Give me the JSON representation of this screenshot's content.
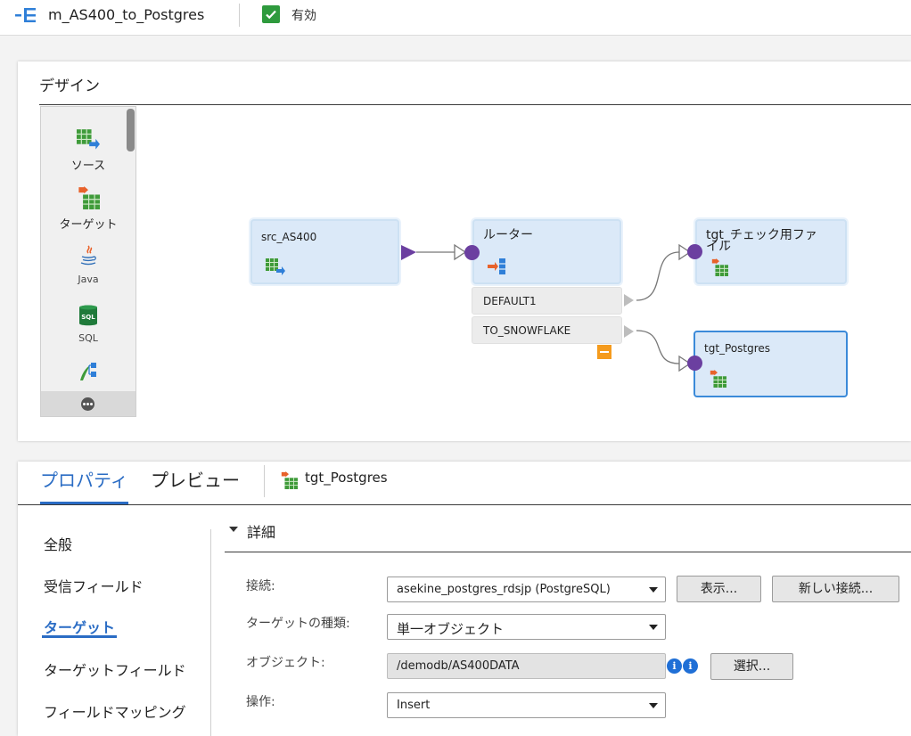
{
  "header": {
    "title": "m_AS400_to_Postgres",
    "status": "有効",
    "status_color": "#2e9a3d",
    "icon": "mapping-icon"
  },
  "design": {
    "title": "デザイン",
    "palette": [
      {
        "label": "ソース",
        "icon": "source-icon"
      },
      {
        "label": "ターゲット",
        "icon": "target-icon"
      },
      {
        "label": "Java",
        "icon": "java-icon"
      },
      {
        "label": "SQL",
        "icon": "sql-icon"
      },
      {
        "label": "",
        "icon": "hierarchy-icon"
      }
    ],
    "nodes": {
      "src": {
        "label": "src_AS400",
        "icon": "source-icon"
      },
      "router": {
        "label": "ルーター",
        "icon": "router-icon"
      },
      "tgt_file": {
        "label": "tgt_チェック用ファイル",
        "icon": "target-icon"
      },
      "tgt_pg": {
        "label": "tgt_Postgres",
        "icon": "target-icon"
      }
    },
    "groups": [
      "DEFAULT1",
      "TO_SNOWFLAKE"
    ]
  },
  "properties": {
    "tabs": [
      "プロパティ",
      "プレビュー"
    ],
    "active_tab": "プロパティ",
    "selected_object": "tgt_Postgres",
    "sidebar": [
      "全般",
      "受信フィールド",
      "ターゲット",
      "ターゲットフィールド",
      "フィールドマッピング"
    ],
    "active_sidebar": "ターゲット",
    "section_title": "詳細",
    "fields": {
      "connection": {
        "label": "接続:",
        "value": "asekine_postgres_rdsjp (PostgreSQL)"
      },
      "target_type": {
        "label": "ターゲットの種類:",
        "value": "単一オブジェクト"
      },
      "object": {
        "label": "オブジェクト:",
        "value": "/demodb/AS400DATA"
      },
      "operation": {
        "label": "操作:",
        "value": "Insert"
      }
    },
    "buttons": {
      "show": "表示...",
      "new_connection": "新しい接続...",
      "select": "選択..."
    },
    "accent_color": "#2a6cc4"
  }
}
